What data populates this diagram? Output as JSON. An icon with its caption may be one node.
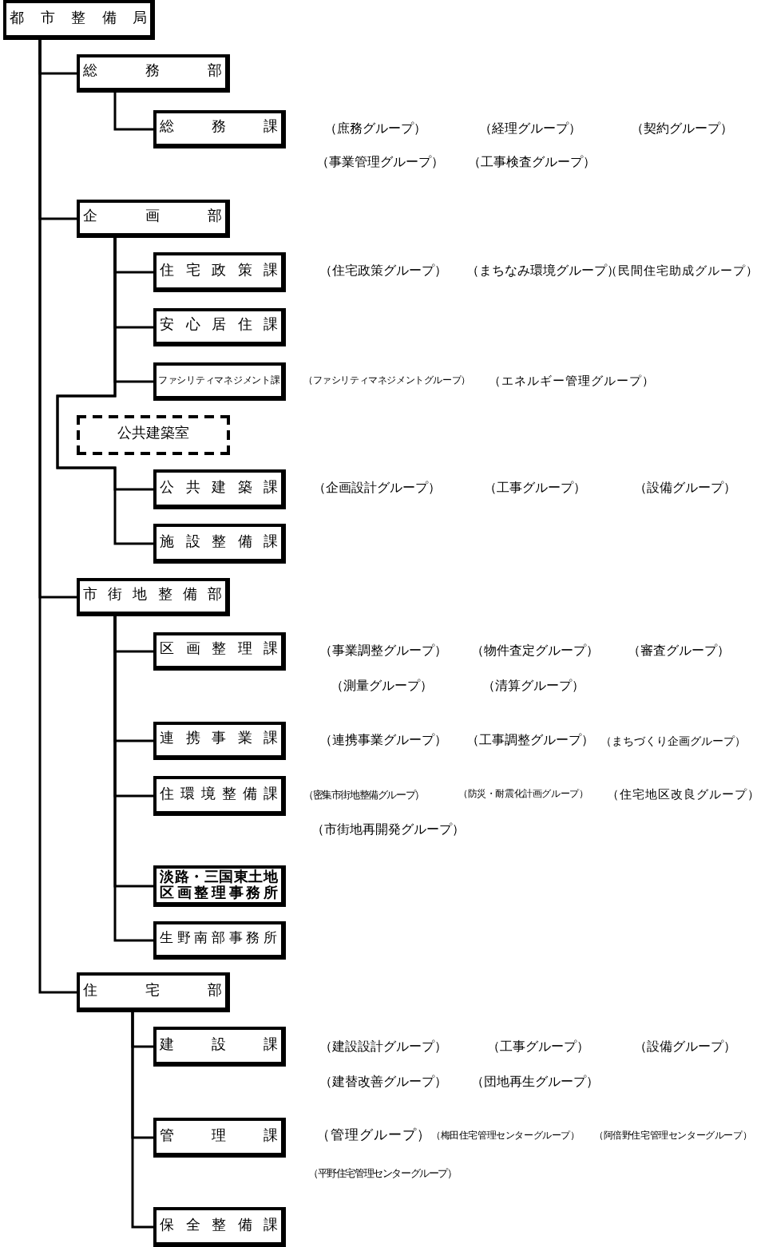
{
  "diagram": {
    "nodes": [
      {
        "text": [
          "都市整備局"
        ]
      },
      {
        "text": [
          "総務部"
        ]
      },
      {
        "text": [
          "総務課"
        ]
      },
      {
        "text": [
          "企画部"
        ]
      },
      {
        "text": [
          "住宅政策課"
        ]
      },
      {
        "text": [
          "安心居住課"
        ]
      },
      {
        "text": [
          "ファシリティマネジメント課"
        ]
      },
      {
        "text": [
          "公共建築室"
        ]
      },
      {
        "text": [
          "公共建築課"
        ]
      },
      {
        "text": [
          "施設整備課"
        ]
      },
      {
        "text": [
          "市街地整備部"
        ]
      },
      {
        "text": [
          "区画整理課"
        ]
      },
      {
        "text": [
          "連携事業課"
        ]
      },
      {
        "text": [
          "住環境整備課"
        ]
      },
      {
        "text": [
          "淡路・三国東土地区画整理事務所"
        ]
      },
      {
        "text": [
          "生野南部事務所"
        ]
      },
      {
        "text": [
          "住宅部"
        ]
      },
      {
        "text": [
          "建設課"
        ]
      },
      {
        "text": [
          "管理課"
        ]
      },
      {
        "text": [
          "保全整備課"
        ]
      }
    ],
    "edges": [
      {
        "from": 0,
        "to": 1,
        "arrow": "none"
      },
      {
        "from": 0,
        "to": 3,
        "arrow": "none"
      },
      {
        "from": 0,
        "to": 10,
        "arrow": "none"
      },
      {
        "from": 0,
        "to": 16,
        "arrow": "none"
      },
      {
        "from": 1,
        "to": 2,
        "arrow": "none"
      },
      {
        "from": 3,
        "to": 4,
        "arrow": "none"
      },
      {
        "from": 3,
        "to": 5,
        "arrow": "none"
      },
      {
        "from": 3,
        "to": 6,
        "arrow": "none"
      },
      {
        "from": 3,
        "to": 8,
        "arrow": "none"
      },
      {
        "from": 3,
        "to": 9,
        "arrow": "none"
      },
      {
        "from": 10,
        "to": 11,
        "arrow": "none"
      },
      {
        "from": 10,
        "to": 12,
        "arrow": "none"
      },
      {
        "from": 10,
        "to": 13,
        "arrow": "none"
      },
      {
        "from": 10,
        "to": 14,
        "arrow": "none"
      },
      {
        "from": 10,
        "to": 15,
        "arrow": "none"
      },
      {
        "from": 16,
        "to": 17,
        "arrow": "none"
      },
      {
        "from": 16,
        "to": 18,
        "arrow": "none"
      },
      {
        "from": 16,
        "to": 19,
        "arrow": "none"
      }
    ],
    "labels": [
      "（庶務グループ）",
      "（経理グループ）",
      "（契約グループ）",
      "（事業管理グループ）",
      "（工事検査グループ）",
      "（住宅政策グループ）",
      "（まちなみ環境グループ）",
      "（民間住宅助成グループ）",
      "（ファシリティマネジメントグループ）",
      "（エネルギー管理グループ）",
      "（企画設計グループ）",
      "（工事グループ）",
      "（設備グループ）",
      "（事業調整グループ）",
      "（物件査定グループ）",
      "（審査グループ）",
      "（測量グループ）",
      "（清算グループ）",
      "（連携事業グループ）",
      "（工事調整グループ）",
      "（まちづくり企画グループ）",
      "（密集市街地整備グループ）",
      "（防災・耐震化計画グループ）",
      "（住宅地区改良グループ）",
      "（市街地再開発グループ）",
      "（建設設計グループ）",
      "（工事グループ）",
      "（設備グループ）",
      "（建替改善グループ）",
      "（団地再生グループ）",
      "（管理グループ）",
      "（梅田住宅管理センターグループ）",
      "（阿倍野住宅管理センターグループ）",
      "（平野住宅管理センターグループ）"
    ]
  }
}
